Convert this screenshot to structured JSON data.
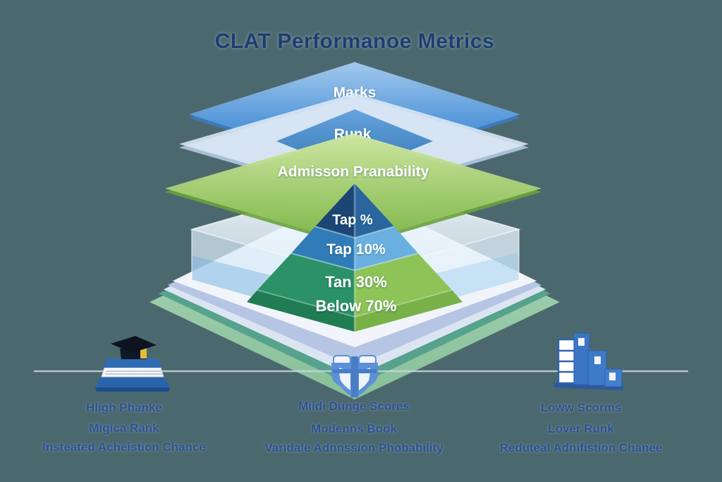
{
  "title": "CLAT Performanoe Metrics",
  "stack_layers": [
    {
      "label": "Marks"
    },
    {
      "label": "Runk"
    },
    {
      "label": "Admisson Pranability"
    }
  ],
  "pyramid_bands": [
    {
      "label": "Tap %"
    },
    {
      "label": "Tap 10%"
    },
    {
      "label": "Tan 30%"
    },
    {
      "label": "Below 70%"
    }
  ],
  "footer_columns": [
    {
      "icon": "graduation-cap-books-icon",
      "lines": [
        "Hligh Phanke",
        "Migica Rank",
        "Insteated Acheistion Chance"
      ]
    },
    {
      "icon": "shield-icon",
      "lines": [
        "Miidi Dunge Scores",
        "Modenns Book",
        "Varidale Adnnssion Phobability"
      ]
    },
    {
      "icon": "bar-chart-icon",
      "lines": [
        "Loww Scorms",
        "Lover Runk",
        "Reduteal Adnifistion Chanee"
      ]
    }
  ],
  "colors": {
    "background": "#4c686f",
    "title_text": "#1d3d6f",
    "footer_text": "#2a5192",
    "plate_blue": "#4e94da",
    "plate_pale": "#dce8f6",
    "plate_green": "#86bd55",
    "pyramid_navy_left": "#1b4674",
    "pyramid_navy_right": "#2a659e",
    "pyramid_blue_left": "#2f7cb8",
    "pyramid_blue_right": "#69b0e0",
    "pyramid_green_left": "#2b9166",
    "pyramid_green_right": "#8ec457",
    "pyramid_dark_green_left": "#207c53",
    "pyramid_dark_green_right": "#78b148",
    "platform_white": "#f1f5fb",
    "platform_periwinkle": "#b6c5e4",
    "platform_teal": "#57a28d",
    "mat_green": "#9ed2ab",
    "icon_blue": "#3b76c4",
    "cap_black": "#0d1420",
    "cap_tag_yellow": "#e2bd35",
    "divider_line": "#c9d5de"
  }
}
